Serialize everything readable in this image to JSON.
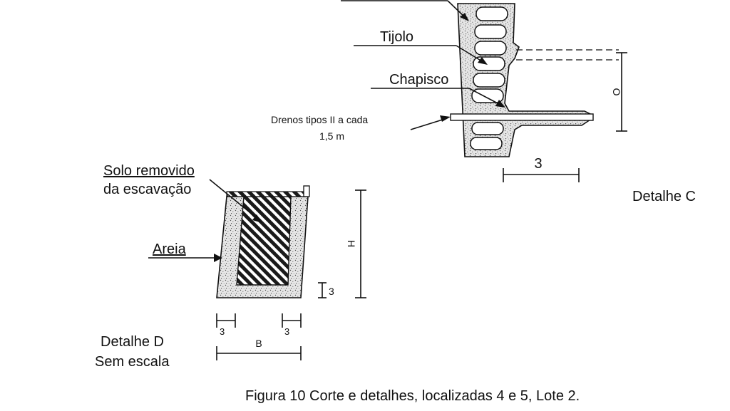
{
  "labels": {
    "tijolo": "Tijolo",
    "chapisco": "Chapisco",
    "drenos_line1": "Drenos tipos II a cada",
    "drenos_line2": "1,5 m",
    "dim_o": "O",
    "dim_3_c": "3",
    "detalhe_c": "Detalhe C",
    "solo_line1": "Solo removido",
    "solo_line2": "da escavação",
    "areia": "Areia",
    "dim_h": "H",
    "dim_3_d_right": "3",
    "dim_3_d_left": "3",
    "dim_3_d_mid": "3",
    "dim_b": "B",
    "detalhe_d_line1": "Detalhe D",
    "detalhe_d_line2": "Sem escala"
  },
  "caption": "Figura 10 Corte e detalhes, localizadas 4 e 5, Lote 2."
}
